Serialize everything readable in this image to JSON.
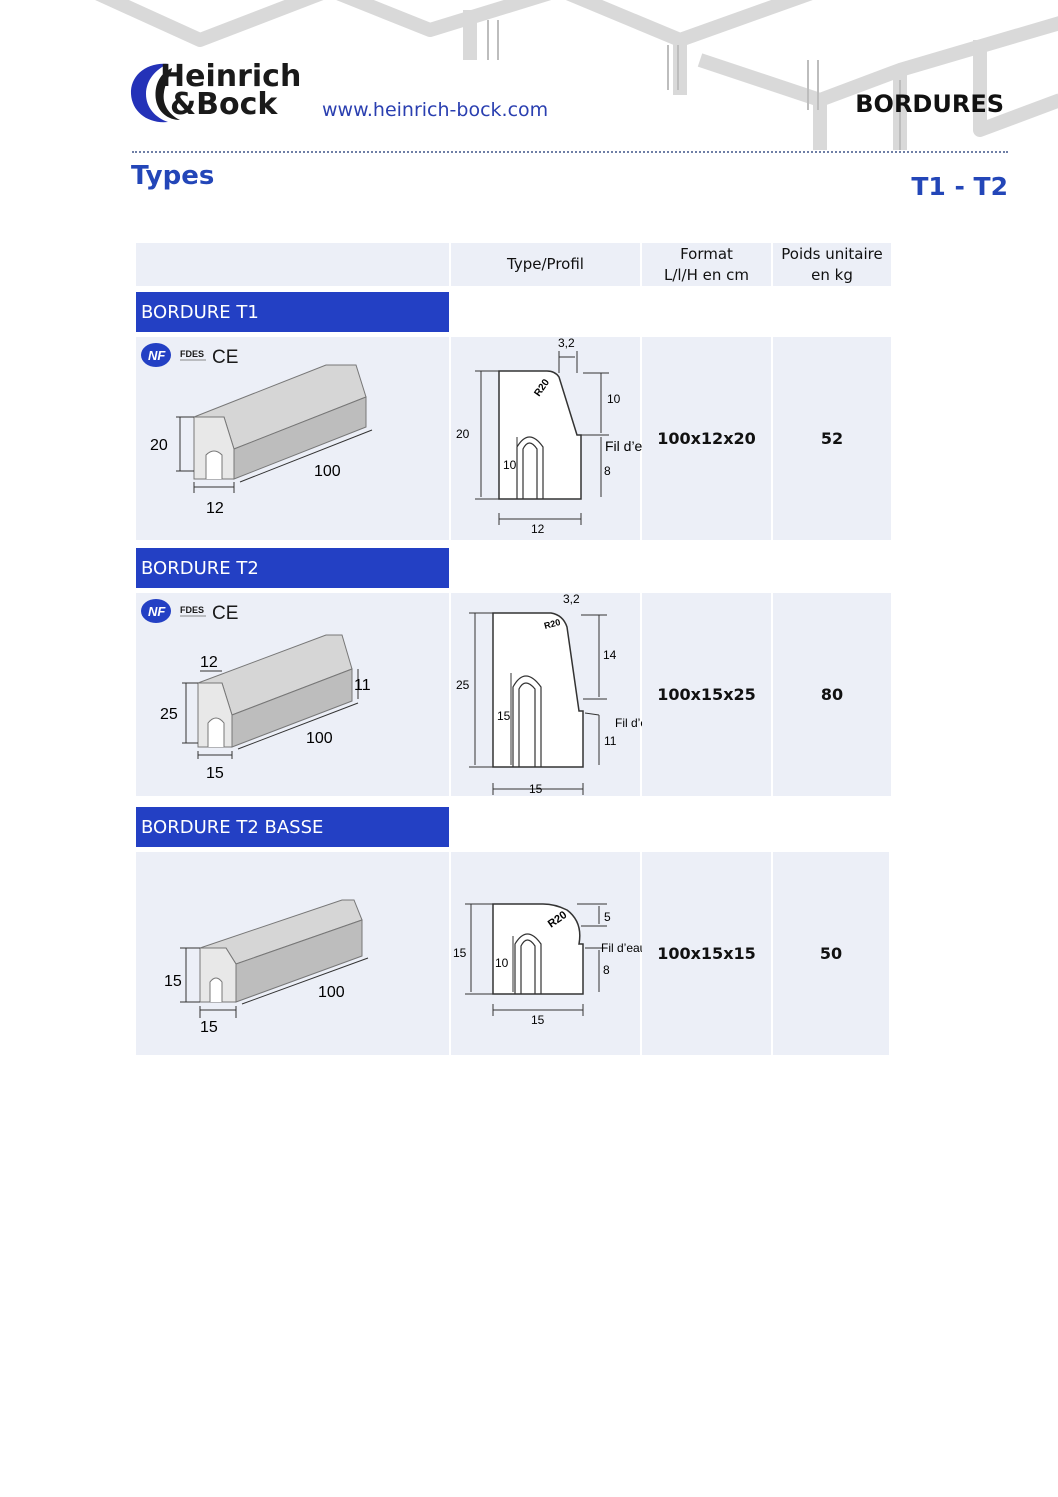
{
  "header": {
    "brand_line1": "Heinrich",
    "brand_line2": "&Bock",
    "url": "www.heinrich-bock.com",
    "section": "BORDURES"
  },
  "page": {
    "title": "Types",
    "range": "T1 - T2"
  },
  "table": {
    "col_profile": "Type/Profil",
    "col_format_l1": "Format",
    "col_format_l2": "L/l/H en cm",
    "col_weight_l1": "Poids unitaire",
    "col_weight_l2": "en kg"
  },
  "products": [
    {
      "name": "BORDURE T1",
      "certifications": [
        "NF",
        "FDES",
        "CE"
      ],
      "format": "100x12x20",
      "weight": "52",
      "iso_dims": {
        "height": "20",
        "width": "12",
        "length": "100"
      },
      "profile_dims": {
        "top": "3,2",
        "radius": "R20",
        "upper": "10",
        "total": "20",
        "inner": "10",
        "lower": "8",
        "base": "12",
        "water_line": "Fil d’eau"
      }
    },
    {
      "name": "BORDURE T2",
      "certifications": [
        "NF",
        "FDES",
        "CE"
      ],
      "format": "100x15x25",
      "weight": "80",
      "iso_dims": {
        "height": "25",
        "width": "15",
        "length": "100",
        "top": "12",
        "side": "11"
      },
      "profile_dims": {
        "top": "3,2",
        "radius": "R20",
        "upper": "14",
        "total": "25",
        "inner": "15",
        "lower": "11",
        "base": "15",
        "water_line": "Fil d’eau"
      }
    },
    {
      "name": "BORDURE T2 BASSE",
      "certifications": [],
      "format": "100x15x15",
      "weight": "50",
      "iso_dims": {
        "height": "15",
        "width": "15",
        "length": "100"
      },
      "profile_dims": {
        "radius": "R20",
        "upper": "5",
        "total": "15",
        "inner": "10",
        "lower": "8",
        "base": "15",
        "water_line": "Fil d’eau"
      }
    }
  ],
  "colors": {
    "accent_blue": "#2340c4",
    "title_blue": "#2346b8",
    "cell_bg": "#eceff7"
  }
}
